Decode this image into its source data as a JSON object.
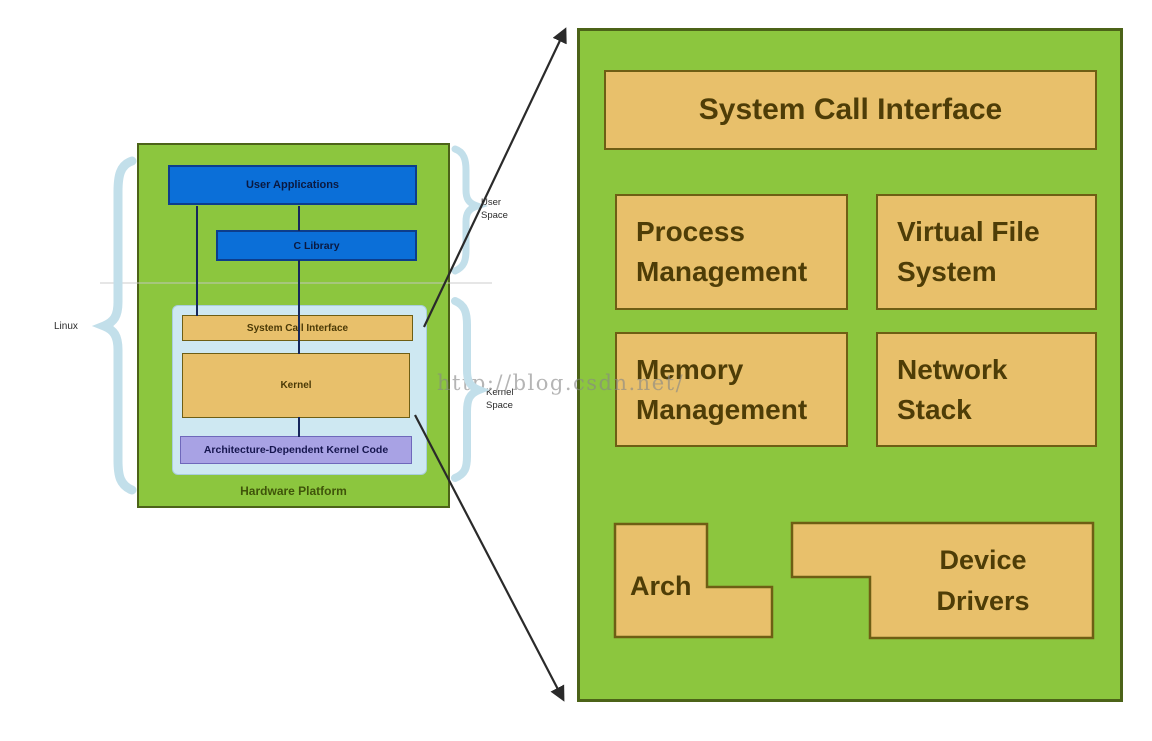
{
  "watermark": "http://blog.csdn.net/",
  "left": {
    "linux_label": "Linux",
    "user_space": {
      "l1": "User",
      "l2": "Space"
    },
    "kernel_space": {
      "l1": "Kernel",
      "l2": "Space"
    },
    "user_applications": "User Applications",
    "c_library": "C Library",
    "system_call_interface": "System Call Interface",
    "kernel": "Kernel",
    "arch_dependent_kernel_code": "Architecture-Dependent Kernel Code",
    "hardware_platform": "Hardware Platform"
  },
  "right": {
    "system_call_interface": "System Call Interface",
    "process_management": {
      "l1": "Process",
      "l2": "Management"
    },
    "virtual_file_system": {
      "l1": "Virtual File",
      "l2": "System"
    },
    "memory_management": {
      "l1": "Memory",
      "l2": "Management"
    },
    "network_stack": {
      "l1": "Network",
      "l2": "Stack"
    },
    "arch": "Arch",
    "device_drivers": {
      "l1": "Device",
      "l2": "Drivers"
    }
  },
  "colors": {
    "green": "#8CC63E",
    "green_border": "#4c6318",
    "tan": "#E8C06B",
    "tan_border": "#6e5e14",
    "blue": "#0B6FD8",
    "purple": "#A8A2E4",
    "light_blue": "#CEE8F2",
    "brace_blue": "#c2dfea"
  }
}
